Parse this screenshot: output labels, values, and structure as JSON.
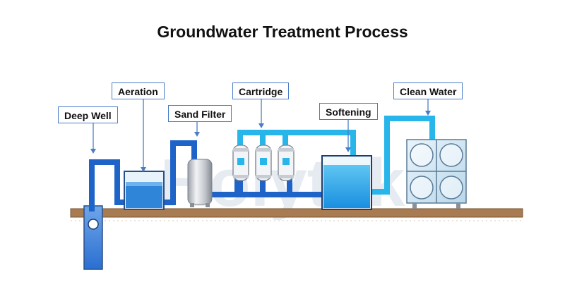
{
  "title": "Groundwater Treatment Process",
  "watermark": "Holytek",
  "stages": [
    {
      "id": "deep-well",
      "label": "Deep Well"
    },
    {
      "id": "aeration",
      "label": "Aeration"
    },
    {
      "id": "sand-filter",
      "label": "Sand Filter"
    },
    {
      "id": "cartridge",
      "label": "Cartridge"
    },
    {
      "id": "softening",
      "label": "Softening"
    },
    {
      "id": "clean-water",
      "label": "Clean Water"
    }
  ],
  "colors": {
    "pipe_deep": "#1e63c7",
    "pipe_light": "#27b5ea",
    "ground": "#a87b52",
    "label_border": "#4a7cc7",
    "water": "#2f86d8"
  }
}
